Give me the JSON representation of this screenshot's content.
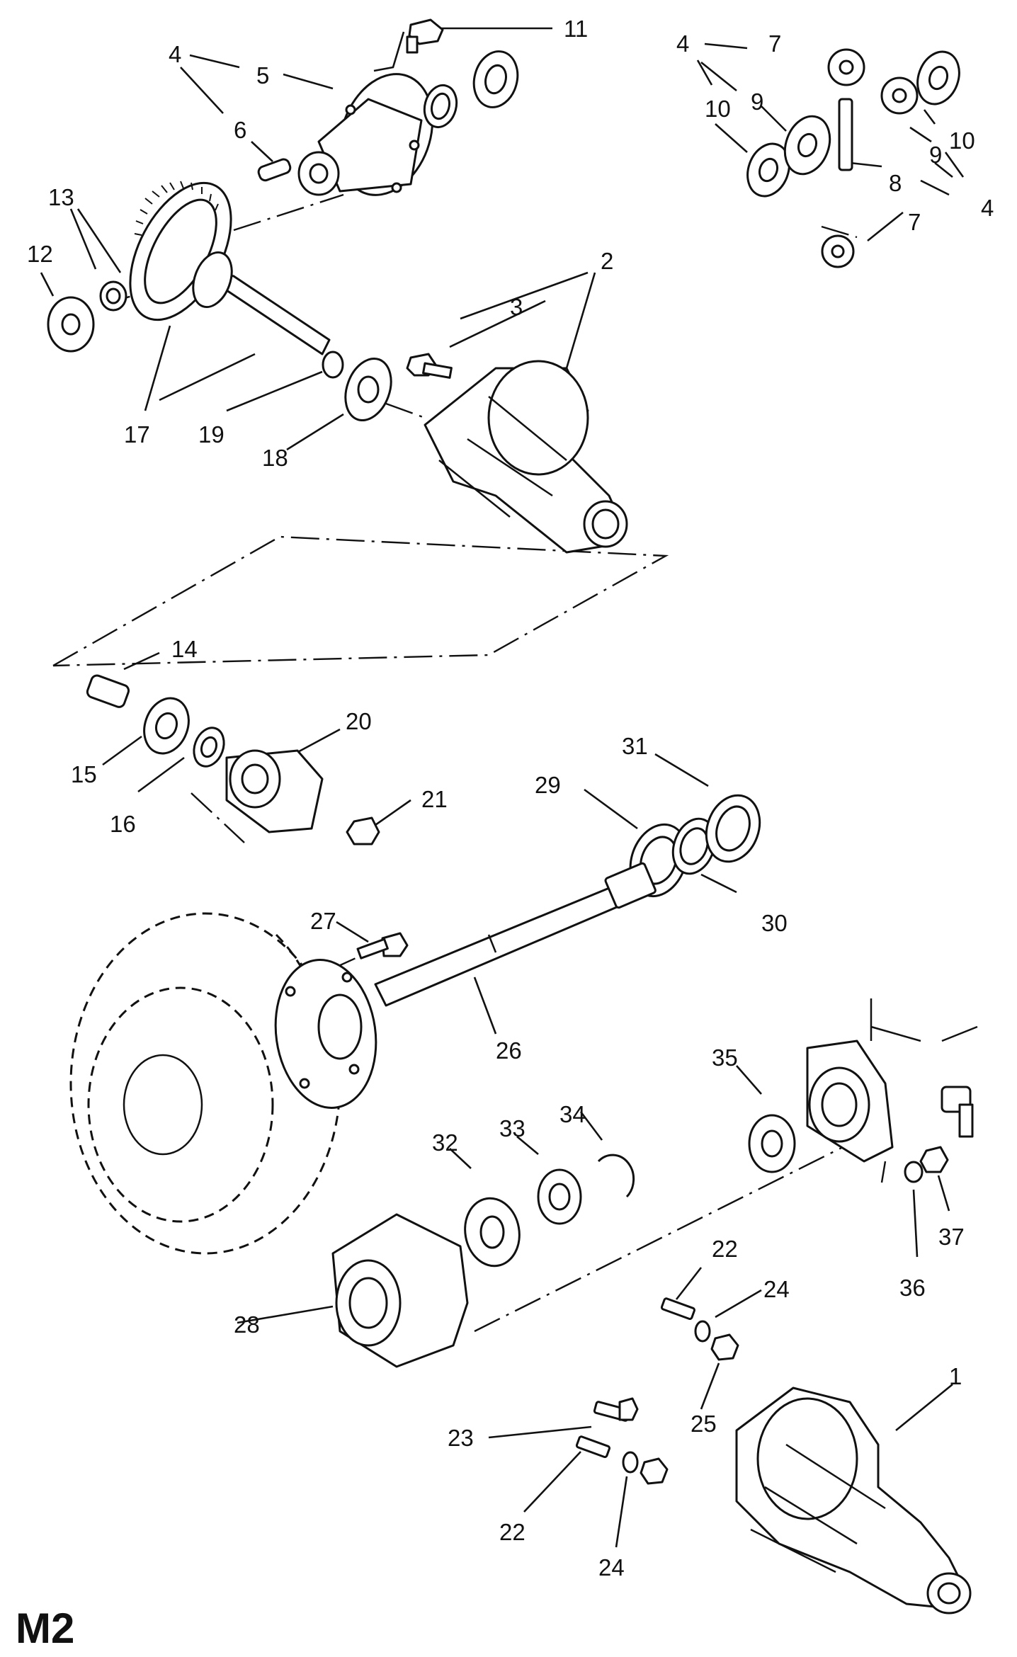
{
  "diagram_id": "M2",
  "callouts": [
    {
      "id": "c11a",
      "text": "11"
    },
    {
      "id": "c4a",
      "text": "4"
    },
    {
      "id": "c5",
      "text": "5"
    },
    {
      "id": "c6",
      "text": "6"
    },
    {
      "id": "c13",
      "text": "13"
    },
    {
      "id": "c12",
      "text": "12"
    },
    {
      "id": "c2",
      "text": "2"
    },
    {
      "id": "c3",
      "text": "3"
    },
    {
      "id": "c17",
      "text": "17"
    },
    {
      "id": "c19",
      "text": "19"
    },
    {
      "id": "c18",
      "text": "18"
    },
    {
      "id": "c4b",
      "text": "4"
    },
    {
      "id": "c7a",
      "text": "7"
    },
    {
      "id": "c10a",
      "text": "10"
    },
    {
      "id": "c9a",
      "text": "9"
    },
    {
      "id": "c10b",
      "text": "10"
    },
    {
      "id": "c9b",
      "text": "9"
    },
    {
      "id": "c8",
      "text": "8"
    },
    {
      "id": "c4c",
      "text": "4"
    },
    {
      "id": "c7b",
      "text": "7"
    },
    {
      "id": "c14",
      "text": "14"
    },
    {
      "id": "c20",
      "text": "20"
    },
    {
      "id": "c15",
      "text": "15"
    },
    {
      "id": "c16",
      "text": "16"
    },
    {
      "id": "c21",
      "text": "21"
    },
    {
      "id": "c31",
      "text": "31"
    },
    {
      "id": "c29",
      "text": "29"
    },
    {
      "id": "c30",
      "text": "30"
    },
    {
      "id": "c27",
      "text": "27"
    },
    {
      "id": "c26",
      "text": "26"
    },
    {
      "id": "c35",
      "text": "35"
    },
    {
      "id": "c32",
      "text": "32"
    },
    {
      "id": "c33",
      "text": "33"
    },
    {
      "id": "c34",
      "text": "34"
    },
    {
      "id": "c37",
      "text": "37"
    },
    {
      "id": "c36",
      "text": "36"
    },
    {
      "id": "c22a",
      "text": "22"
    },
    {
      "id": "c24a",
      "text": "24"
    },
    {
      "id": "c28",
      "text": "28"
    },
    {
      "id": "c1",
      "text": "1"
    },
    {
      "id": "c25",
      "text": "25"
    },
    {
      "id": "c23",
      "text": "23"
    },
    {
      "id": "c22b",
      "text": "22"
    },
    {
      "id": "c24b",
      "text": "24"
    }
  ]
}
